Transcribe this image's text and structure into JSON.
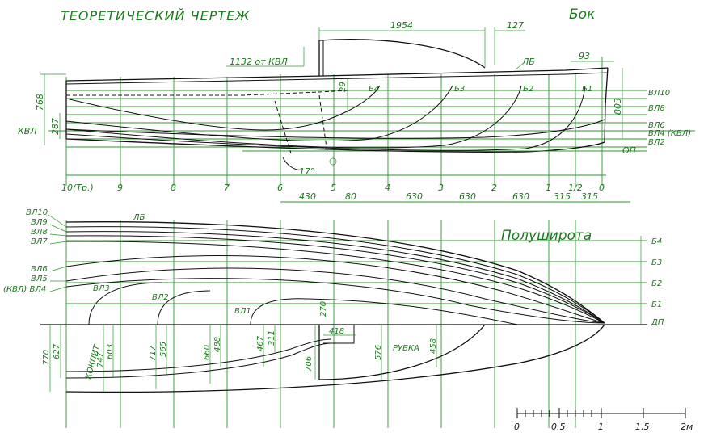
{
  "title": "ТЕОРЕТИЧЕСКИЙ ЧЕРТЕЖ",
  "view_side": "Бок",
  "view_halfbreadth": "Полуширота",
  "side": {
    "dim_top_1954": "1954",
    "dim_top_127": "127",
    "dim_93": "93",
    "dim_1132": "1132 от КВЛ",
    "dim_768": "768",
    "dim_287": "287",
    "dim_29": "29",
    "dim_803": "803",
    "label_kvl": "КВЛ",
    "label_lb": "ЛБ",
    "angle": "17°",
    "buttocks": [
      "Б4",
      "Б3",
      "Б2",
      "Б1"
    ],
    "waterlines_right": [
      "ВЛ10",
      "ВЛ8",
      "ВЛ6",
      "ВЛ4 (КВЛ)",
      "ВЛ2"
    ],
    "baseline": "ОП"
  },
  "stations": [
    "10(Тр.)",
    "9",
    "8",
    "7",
    "6",
    "5",
    "4",
    "3",
    "2",
    "1",
    "1/2",
    "0"
  ],
  "station_spacing": [
    "430",
    "80",
    "630",
    "630",
    "630",
    "315",
    "315"
  ],
  "halfbreadth": {
    "waterlines_left": [
      "ВЛ10",
      "ВЛ9",
      "ВЛ8",
      "ВЛ7",
      "ВЛ6",
      "ВЛ5",
      "(КВЛ) ВЛ4"
    ],
    "label_lb": "ЛБ",
    "inner_labels": [
      "ВЛ3",
      "ВЛ2",
      "ВЛ1"
    ],
    "buttocks_right": [
      "Б4",
      "Б3",
      "Б2",
      "Б1",
      "ДП"
    ],
    "dim_770": "770",
    "dim_627": "627",
    "dim_747": "747",
    "dim_603": "603",
    "dim_717": "717",
    "dim_565": "565",
    "dim_660": "660",
    "dim_488": "488",
    "dim_467": "467",
    "dim_311": "311",
    "dim_270": "270",
    "dim_418": "418",
    "dim_706": "706",
    "dim_576": "576",
    "dim_458": "458",
    "label_cockpit": "КОКПИТ",
    "label_cabin": "РУБКА"
  },
  "scale": {
    "ticks": [
      "0",
      "0.5",
      "1",
      "1.5",
      "2м"
    ]
  }
}
